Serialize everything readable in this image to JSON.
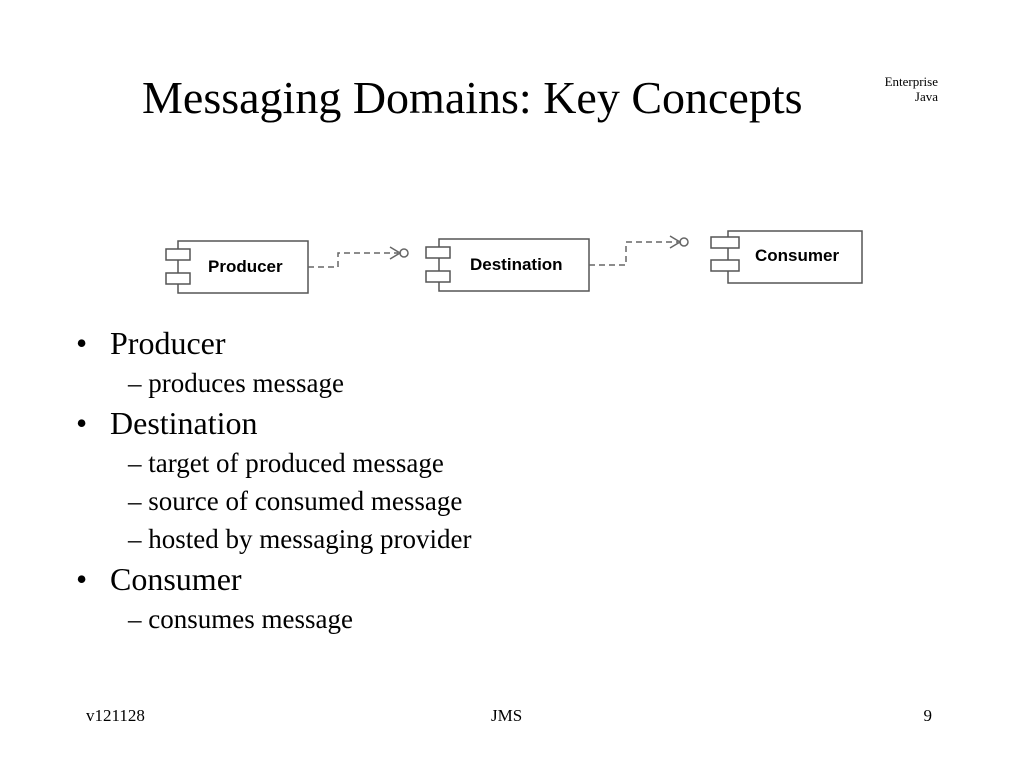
{
  "slide": {
    "title": "Messaging Domains: Key Concepts",
    "corner_label": [
      "Enterprise",
      "Java"
    ]
  },
  "diagram": {
    "components": [
      "Producer",
      "Destination",
      "Consumer"
    ]
  },
  "bullets": [
    {
      "label": "Producer",
      "subs": [
        "– produces message"
      ]
    },
    {
      "label": "Destination",
      "subs": [
        "– target of produced message",
        "– source of consumed message",
        "– hosted by messaging provider"
      ]
    },
    {
      "label": "Consumer",
      "subs": [
        "– consumes message"
      ]
    }
  ],
  "footer": {
    "left": "v121128",
    "center": "JMS",
    "right": "9"
  },
  "bullet_glyph": "•"
}
